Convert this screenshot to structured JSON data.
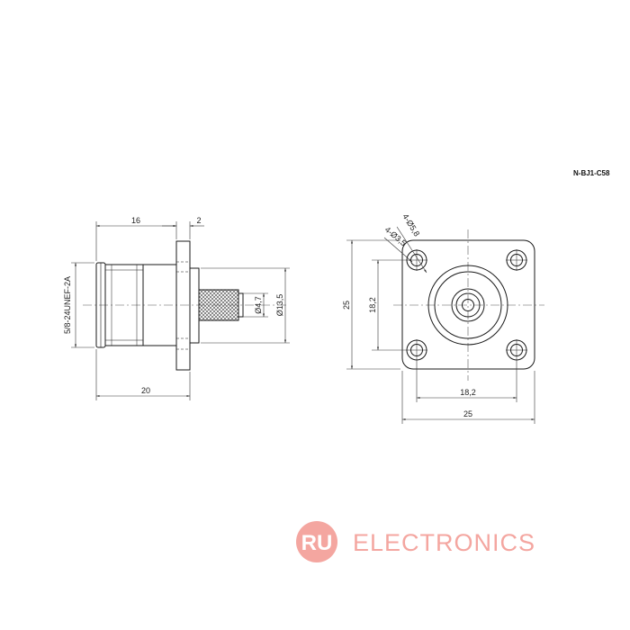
{
  "part_number": "N-BJ1-C58",
  "side_view": {
    "dim_body_length": "16",
    "dim_flange_thickness": "2",
    "dim_total_length": "20",
    "thread_spec": "5/8-24UNEF-2A",
    "dim_pin_dia": "Ø4,7",
    "dim_tail_dia": "Ø13,5"
  },
  "front_view": {
    "dim_holes_count_dia_outer": "4-Ø5,8",
    "dim_holes_count_dia_inner": "4-Ø3,5",
    "dim_flange_height": "25",
    "dim_hole_spacing_vertical": "18,2",
    "dim_hole_spacing_horizontal": "18,2",
    "dim_flange_width": "25"
  },
  "watermark": {
    "badge_text": "RU",
    "brand_text": "ELECTRONICS",
    "color": "#f4a6a0"
  },
  "colors": {
    "line": "#1a1a1a",
    "dim_line": "#333333"
  }
}
